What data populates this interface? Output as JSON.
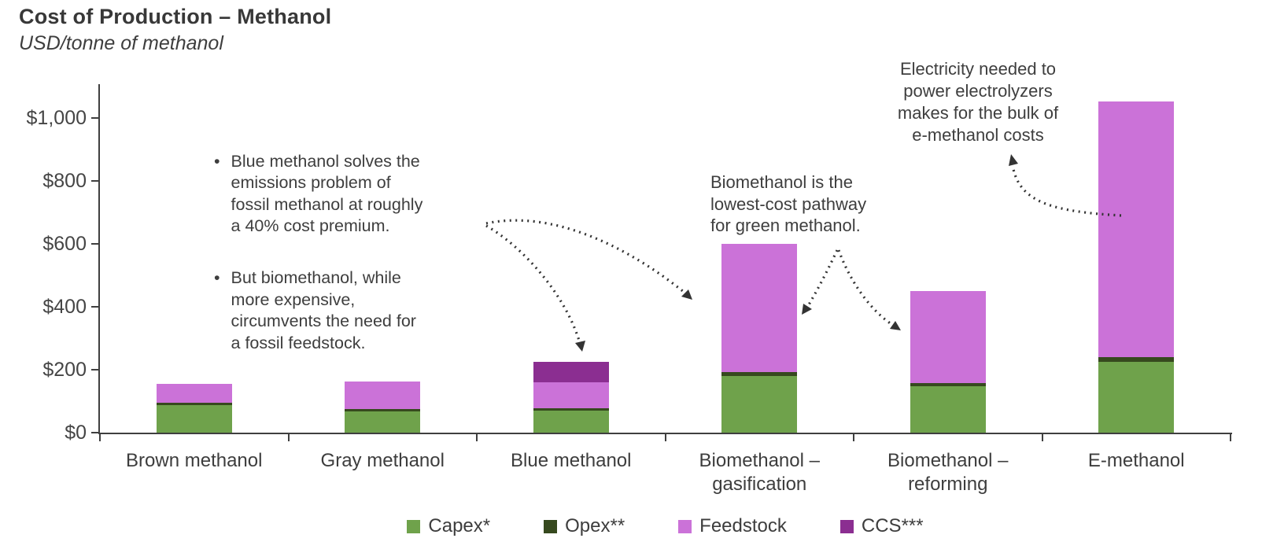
{
  "chart_data": {
    "type": "bar",
    "stacked": true,
    "title": "Cost of Production – Methanol",
    "subtitle": "USD/tonne of methanol",
    "unit": "USD/tonne of methanol",
    "categories": [
      "Brown methanol",
      "Gray methanol",
      "Blue methanol",
      "Biomethanol – gasification",
      "Biomethanol – reforming",
      "E-methanol"
    ],
    "category_label_lines": [
      [
        "Brown methanol"
      ],
      [
        "Gray methanol"
      ],
      [
        "Blue methanol"
      ],
      [
        "Biomethanol –",
        "gasification"
      ],
      [
        "Biomethanol –",
        "reforming"
      ],
      [
        "E-methanol"
      ]
    ],
    "series": [
      {
        "name": "Capex*",
        "color": "#6FA24B",
        "values": [
          88,
          67,
          70,
          180,
          147,
          225
        ]
      },
      {
        "name": "Opex**",
        "color": "#36491E",
        "values": [
          7,
          7,
          7,
          13,
          11,
          14
        ]
      },
      {
        "name": "Feedstock",
        "color": "#CB72D8",
        "values": [
          60,
          88,
          84,
          407,
          292,
          814
        ]
      },
      {
        "name": "CCS***",
        "color": "#8B2E91",
        "values": [
          0,
          0,
          64,
          0,
          0,
          0
        ]
      }
    ],
    "totals": [
      155,
      162,
      225,
      600,
      450,
      1053
    ],
    "ylim": [
      0,
      1100
    ],
    "yticks": {
      "values": [
        0,
        200,
        400,
        600,
        800,
        1000
      ],
      "labels": [
        "$0",
        "$200",
        "$400",
        "$600",
        "$800",
        "$1,000"
      ]
    },
    "grid": false,
    "legend_position": "bottom"
  },
  "annotations": {
    "bullets": [
      "Blue methanol solves the\nemissions problem of\nfossil methanol at roughly\na 40% cost premium.",
      "But biomethanol, while\nmore expensive,\ncircumvents the need for\na fossil feedstock."
    ],
    "bullet_glyph": "•",
    "biomethanol": "Biomethanol is the\nlowest-cost pathway\nfor green methanol.",
    "emethanol": "Electricity needed to\npower electrolyzers\nmakes for the bulk of\ne-methanol costs"
  },
  "colors": {
    "capex": "#6FA24B",
    "opex": "#36491E",
    "feedstock": "#CB72D8",
    "ccs": "#8B2E91",
    "axis": "#3F3F3F",
    "text": "#3B3B3B",
    "arrow": "#333333"
  }
}
